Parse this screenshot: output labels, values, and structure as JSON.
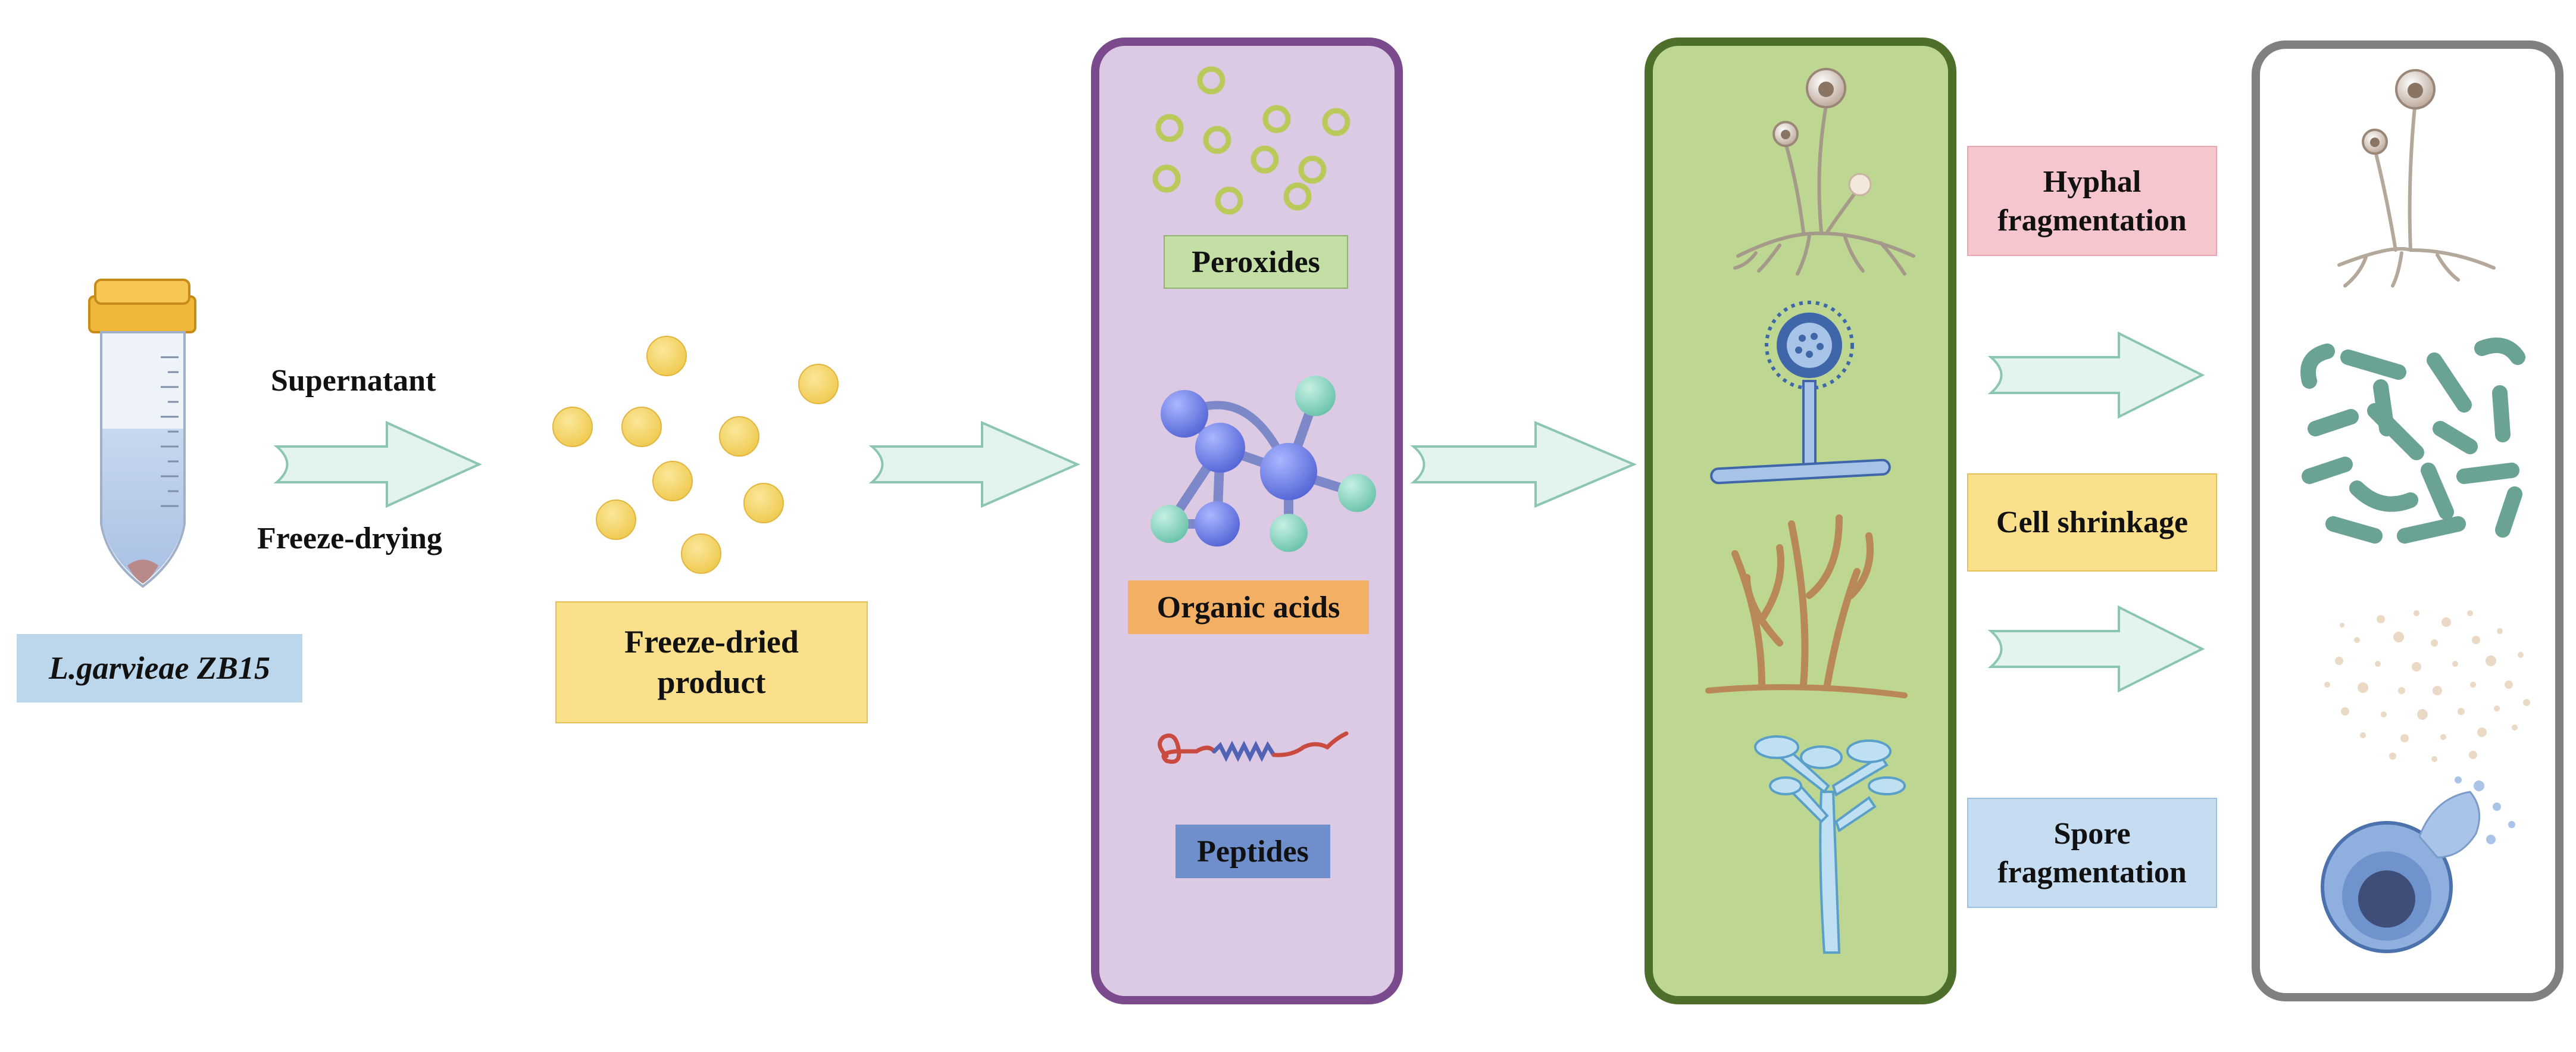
{
  "labels": {
    "strain": "L.garvieae ZB15",
    "supernatant": "Supernatant",
    "freeze_drying": "Freeze-drying",
    "freeze_dried_product_line1": "Freeze-dried",
    "freeze_dried_product_line2": "product",
    "peroxides": "Peroxides",
    "organic_acids": "Organic acids",
    "peptides": "Peptides",
    "hyphal_fragmentation_line1": "Hyphal",
    "hyphal_fragmentation_line2": "fragmentation",
    "cell_shrinkage": "Cell shrinkage",
    "spore_fragmentation_line1": "Spore",
    "spore_fragmentation_line2": "fragmentation"
  },
  "colors": {
    "arrow_fill": "#e3f4ee",
    "arrow_stroke": "#8cc6b1",
    "label_blue": "#bcd7ec",
    "label_yellow": "#fbe08c",
    "label_green": "#c4dfa6",
    "label_orange": "#f3b065",
    "label_steel": "#6f8fcc",
    "label_pink": "#f6c6cf",
    "label_light_blue": "#c5dcf1",
    "panel_purple_fill": "#dcc9e3",
    "panel_purple_border": "#7b4a8c",
    "panel_green_fill": "#bdd792",
    "panel_green_border": "#4e6f2c",
    "panel_grey_border": "#808080",
    "particle_yellow": "#f7d76a",
    "molecule_blue": "#6f7fe8",
    "molecule_teal": "#8fd6c4"
  }
}
